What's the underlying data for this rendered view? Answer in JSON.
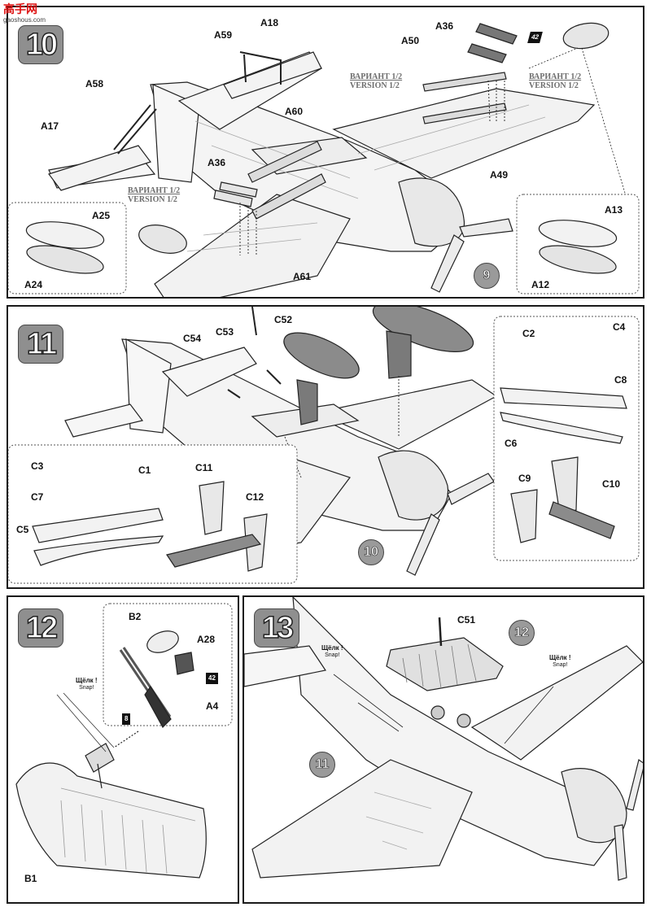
{
  "watermark": {
    "logo_text": "高手网",
    "site": "gaoshous.com"
  },
  "steps": {
    "s10": {
      "number": "10"
    },
    "s11": {
      "number": "11"
    },
    "s12": {
      "number": "12"
    },
    "s13": {
      "number": "13"
    }
  },
  "refs": {
    "r9": "9",
    "r10": "10",
    "r11": "11",
    "r12": "12"
  },
  "variant": {
    "ru": "ВАРИАНТ 1/2",
    "en": "VERSION 1/2"
  },
  "snap": {
    "ru": "Щёлк !",
    "en": "Snap!"
  },
  "flags": {
    "f42": "42",
    "f8": "8"
  },
  "parts": {
    "A18": "A18",
    "A59": "A59",
    "A58": "A58",
    "A17": "A17",
    "A60": "A60",
    "A36": "A36",
    "A50": "A50",
    "A49": "A49",
    "A61": "A61",
    "A25": "A25",
    "A24": "A24",
    "A13": "A13",
    "A12": "A12",
    "C52": "C52",
    "C53": "C53",
    "C54": "C54",
    "C2": "C2",
    "C4": "C4",
    "C8": "C8",
    "C6": "C6",
    "C9": "C9",
    "C10": "C10",
    "C3": "C3",
    "C1": "C1",
    "C7": "C7",
    "C5": "C5",
    "C11": "C11",
    "C12": "C12",
    "B2": "B2",
    "A28": "A28",
    "A4": "A4",
    "B1": "B1",
    "C51": "C51"
  }
}
